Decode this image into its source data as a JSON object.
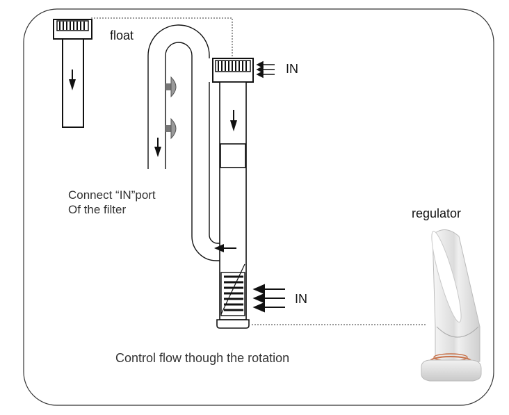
{
  "labels": {
    "float": "float",
    "in_top": "IN",
    "in_bottom": "IN",
    "connect_line1": "Connect “IN”port",
    "connect_line2": "Of the filter",
    "regulator": "regulator",
    "caption": "Control flow though the rotation"
  },
  "colors": {
    "stroke": "#1a1a1a",
    "frame": "#333333",
    "accent_ring": "#c8724a",
    "regulator_fill": "#e6e6e6",
    "suction_cup": "#777777"
  },
  "icons": {
    "flow_arrow": "arrow-down-icon",
    "inflow_arrow": "triple-arrow-left-icon"
  }
}
